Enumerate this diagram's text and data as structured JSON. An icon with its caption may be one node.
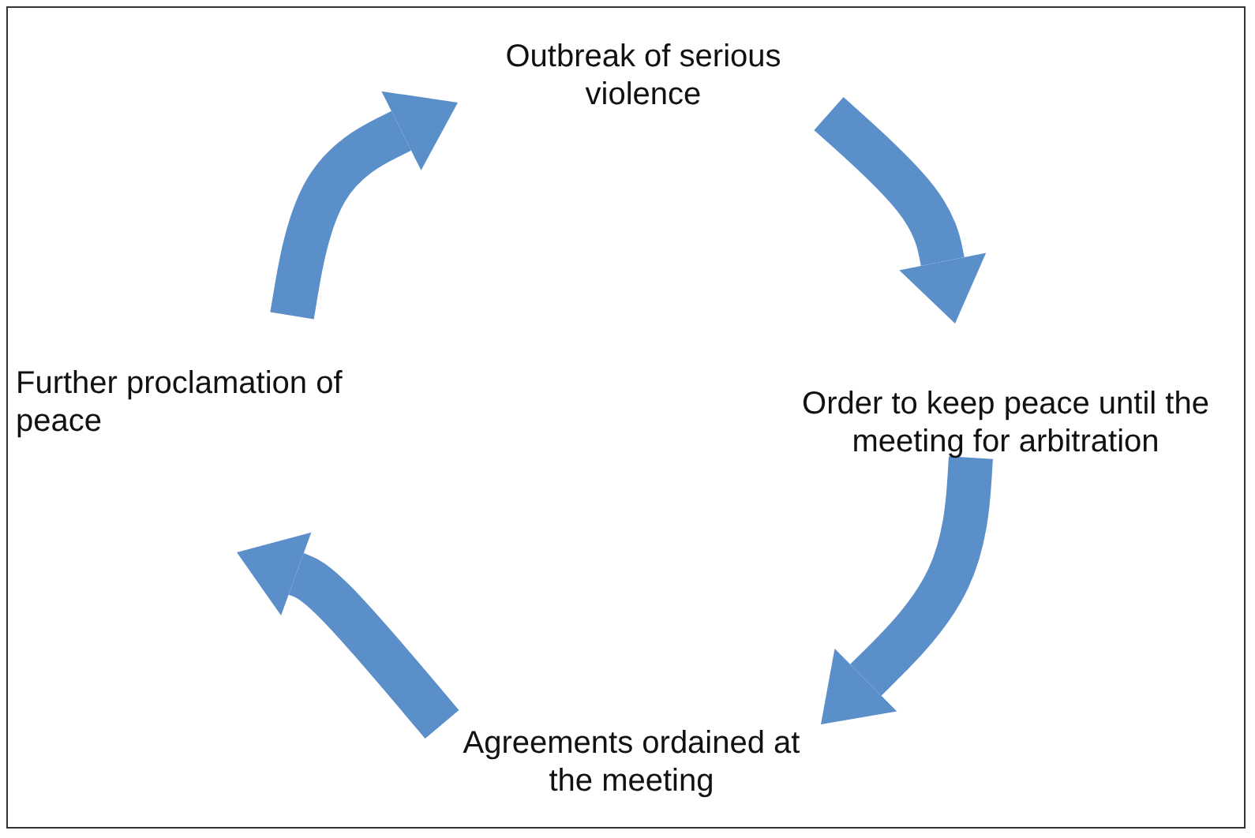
{
  "diagram": {
    "nodes": [
      {
        "text": [
          "Outbreak of serious violence"
        ]
      },
      {
        "text": [
          "Order to keep peace until the meeting for arbitration"
        ]
      },
      {
        "text": [
          "Agreements ordained at the meeting"
        ]
      },
      {
        "text": [
          "Further proclamation of peace"
        ]
      }
    ],
    "edges": [
      {
        "from": 0,
        "to": 1,
        "arrow": "to"
      },
      {
        "from": 1,
        "to": 2,
        "arrow": "to"
      },
      {
        "from": 2,
        "to": 3,
        "arrow": "to"
      },
      {
        "from": 3,
        "to": 0,
        "arrow": "to"
      }
    ]
  }
}
